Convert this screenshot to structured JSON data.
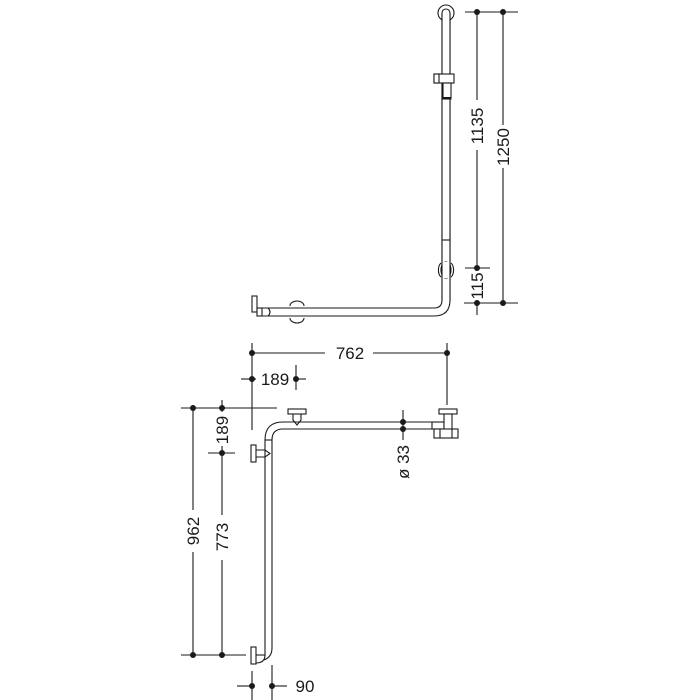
{
  "drawing": {
    "title": "L-shaped shower grab rail technical drawing",
    "line_color": "#1a1a1a",
    "background": "#ffffff"
  },
  "elevation_view": {
    "dimensions": {
      "inner_height": "1135",
      "total_height": "1250",
      "bottom_offset": "115"
    }
  },
  "plan_view": {
    "dimensions": {
      "width": "762",
      "top_offset": "189",
      "left_offset": "189",
      "depth": "962",
      "inner_depth": "773",
      "pipe_diameter": "ø 33",
      "end_offset": "90"
    }
  }
}
